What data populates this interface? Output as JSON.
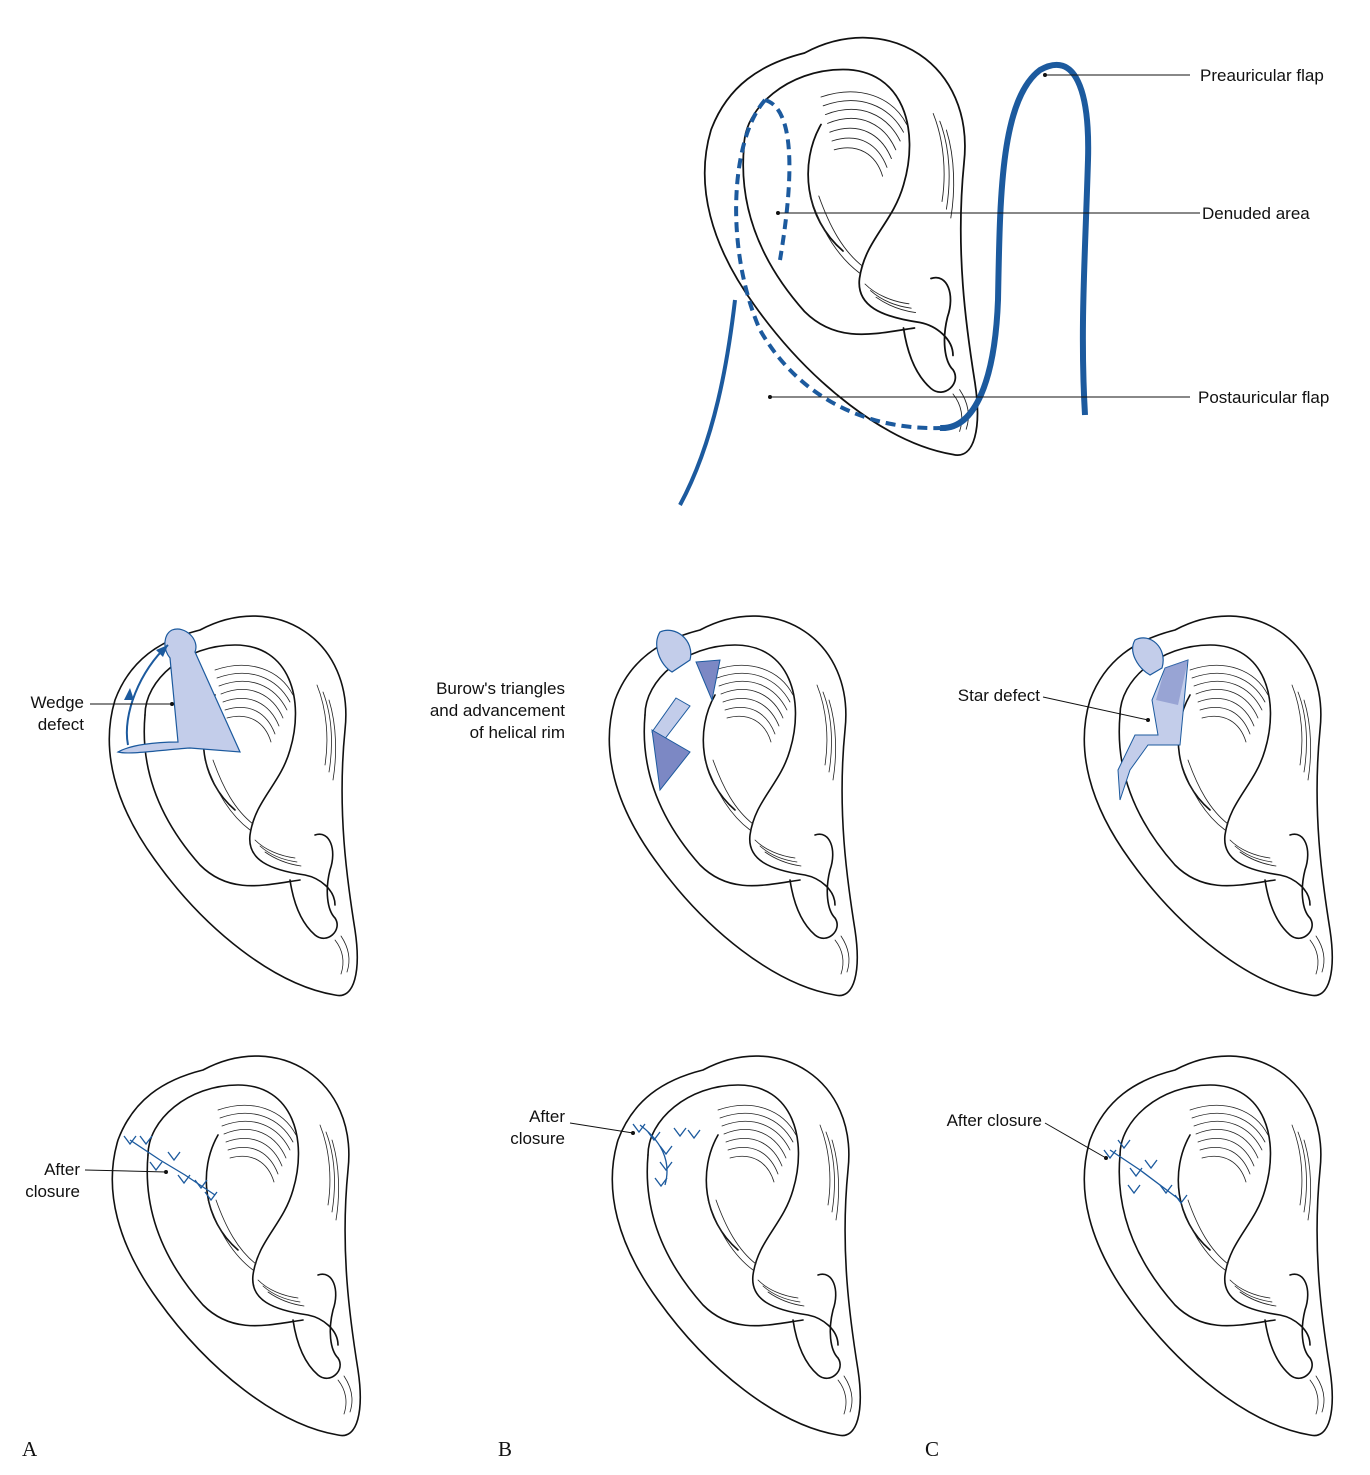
{
  "colors": {
    "line": "#111111",
    "blue": "#1c5a9e",
    "flap_fill": "#c3cdea",
    "flap_dark": "#7c88c4"
  },
  "top_figure": {
    "labels": {
      "preauricular": "Preauricular flap",
      "denuded": "Denuded area",
      "postauricular": "Postauricular flap"
    }
  },
  "panels": [
    {
      "letter": "A",
      "defect_label": [
        "Wedge",
        "defect"
      ],
      "closure_label": [
        "After",
        "closure"
      ]
    },
    {
      "letter": "B",
      "defect_label": [
        "Burow's  triangles",
        "and advancement",
        "of helical rim"
      ],
      "closure_label": [
        "After",
        "closure"
      ]
    },
    {
      "letter": "C",
      "defect_label": [
        "Star defect"
      ],
      "closure_label": [
        "After closure"
      ]
    }
  ]
}
